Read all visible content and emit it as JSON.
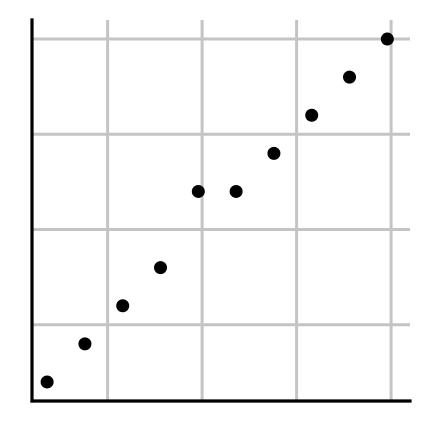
{
  "chart_data": {
    "type": "scatter",
    "grid": true,
    "xlim": [
      0,
      10
    ],
    "ylim": [
      0,
      10
    ],
    "x_grid": [
      2,
      4.5,
      7,
      9.5
    ],
    "y_grid": [
      2,
      4.5,
      7,
      9.5
    ],
    "points": [
      {
        "x": 0.4,
        "y": 0.5
      },
      {
        "x": 1.4,
        "y": 1.5
      },
      {
        "x": 2.4,
        "y": 2.5
      },
      {
        "x": 3.4,
        "y": 3.5
      },
      {
        "x": 4.4,
        "y": 5.5
      },
      {
        "x": 5.4,
        "y": 5.5
      },
      {
        "x": 6.4,
        "y": 6.5
      },
      {
        "x": 7.4,
        "y": 7.5
      },
      {
        "x": 8.4,
        "y": 8.5
      },
      {
        "x": 9.4,
        "y": 9.5
      }
    ],
    "colors": {
      "point": "#000000",
      "grid": "#c4c4c4",
      "axis": "#000000"
    }
  }
}
